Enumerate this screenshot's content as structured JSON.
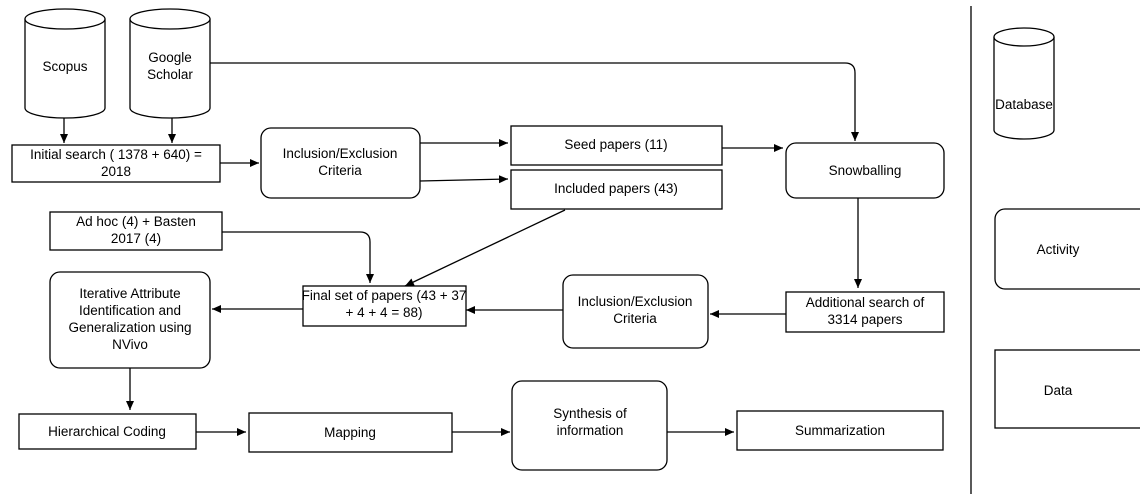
{
  "nodes": {
    "scopus": [
      "Scopus"
    ],
    "google_scholar": [
      "Google",
      "Scholar"
    ],
    "initial_search": [
      "Initial search ( 1378 + 640) =",
      "2018"
    ],
    "inclusion_exclusion_1": [
      "Inclusion/Exclusion",
      "Criteria"
    ],
    "seed_papers": [
      "Seed papers (11)"
    ],
    "included_papers": [
      "Included papers (43)"
    ],
    "snowballing": [
      "Snowballing"
    ],
    "ad_hoc": [
      "Ad hoc (4) + Basten",
      "2017 (4)"
    ],
    "final_set": [
      "Final set of papers (43 + 37",
      "+ 4 + 4 = 88)"
    ],
    "inclusion_exclusion_2": [
      "Inclusion/Exclusion",
      "Criteria"
    ],
    "additional_search": [
      "Additional search of",
      "3314 papers"
    ],
    "iterative_attribute": [
      "Iterative Attribute",
      "Identification and",
      "Generalization using",
      "NVivo"
    ],
    "hierarchical_coding": [
      "Hierarchical Coding"
    ],
    "mapping": [
      "Mapping"
    ],
    "synthesis": [
      "Synthesis of",
      "information"
    ],
    "summarization": [
      "Summarization"
    ]
  },
  "legend": {
    "database": [
      "Database"
    ],
    "activity": [
      "Activity"
    ],
    "data": [
      "Data"
    ]
  }
}
